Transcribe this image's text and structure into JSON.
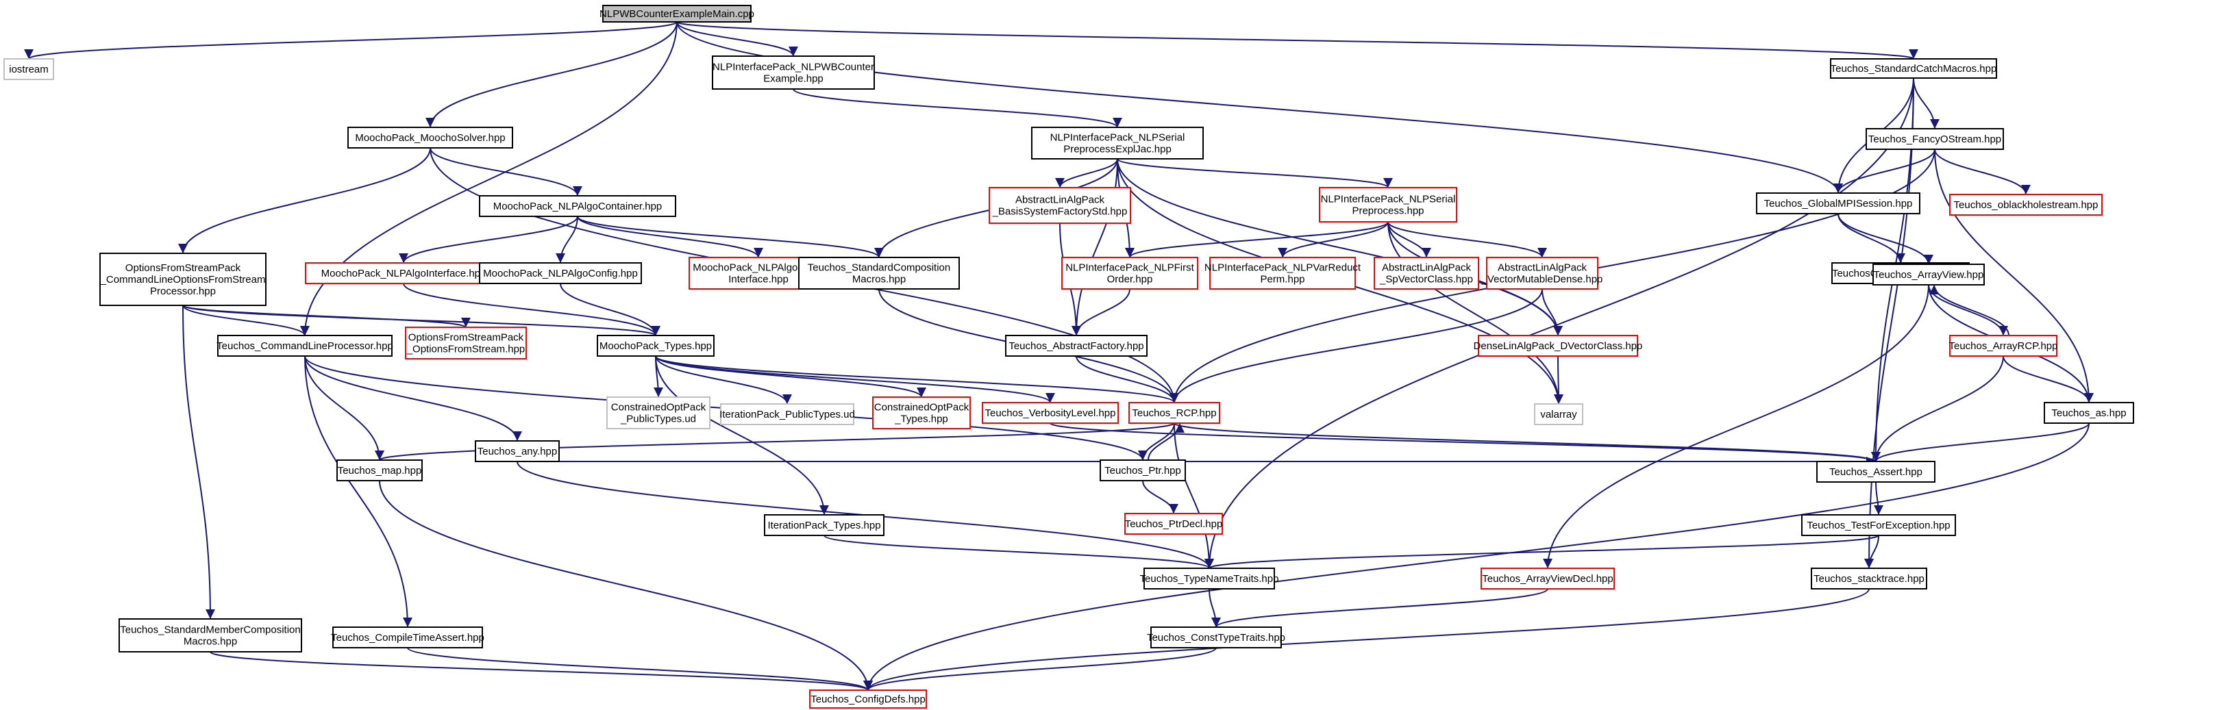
{
  "colors": {
    "edge": "#191970",
    "border_normal": "#000000",
    "border_incomplete": "#ff0000",
    "border_external": "#bfbfbf",
    "root_fill": "#bfbfbf",
    "node_fill": "#ffffff"
  },
  "nodes": [
    {
      "id": "main",
      "lines": [
        "NLPWBCounterExampleMain.cpp"
      ],
      "style": "root"
    },
    {
      "id": "iostream",
      "lines": [
        "iostream"
      ],
      "style": "external"
    },
    {
      "id": "wbcounter",
      "lines": [
        "NLPInterfacePack_NLPWBCounter",
        "Example.hpp"
      ],
      "style": "normal"
    },
    {
      "id": "catchmacros",
      "lines": [
        "Teuchos_StandardCatchMacros.hpp"
      ],
      "style": "normal"
    },
    {
      "id": "moochosolver",
      "lines": [
        "MoochoPack_MoochoSolver.hpp"
      ],
      "style": "normal"
    },
    {
      "id": "serialexpl",
      "lines": [
        "NLPInterfacePack_NLPSerial",
        "PreprocessExplJac.hpp"
      ],
      "style": "normal"
    },
    {
      "id": "fancyostream",
      "lines": [
        "Teuchos_FancyOStream.hpp"
      ],
      "style": "normal"
    },
    {
      "id": "algocontainer",
      "lines": [
        "MoochoPack_NLPAlgoContainer.hpp"
      ],
      "style": "normal"
    },
    {
      "id": "basissys",
      "lines": [
        "AbstractLinAlgPack",
        "_BasisSystemFactoryStd.hpp"
      ],
      "style": "incomplete"
    },
    {
      "id": "serialpre",
      "lines": [
        "NLPInterfacePack_NLPSerial",
        "Preprocess.hpp"
      ],
      "style": "incomplete"
    },
    {
      "id": "globalmpi",
      "lines": [
        "Teuchos_GlobalMPISession.hpp"
      ],
      "style": "normal"
    },
    {
      "id": "oblackhole",
      "lines": [
        "Teuchos_oblackholestream.hpp"
      ],
      "style": "incomplete"
    },
    {
      "id": "optsfromstream",
      "lines": [
        "OptionsFromStreamPack",
        "_CommandLineOptionsFromStream",
        "Processor.hpp"
      ],
      "style": "normal"
    },
    {
      "id": "algointerface",
      "lines": [
        "MoochoPack_NLPAlgoInterface.hpp"
      ],
      "style": "incomplete"
    },
    {
      "id": "algoconfig",
      "lines": [
        "MoochoPack_NLPAlgoConfig.hpp"
      ],
      "style": "normal"
    },
    {
      "id": "algoclient",
      "lines": [
        "MoochoPack_NLPAlgoClient",
        "Interface.hpp"
      ],
      "style": "incomplete"
    },
    {
      "id": "stdcomp",
      "lines": [
        "Teuchos_StandardComposition",
        "Macros.hpp"
      ],
      "style": "normal"
    },
    {
      "id": "nlpfirst",
      "lines": [
        "NLPInterfacePack_NLPFirst",
        "Order.hpp"
      ],
      "style": "incomplete"
    },
    {
      "id": "nlpvarreduct",
      "lines": [
        "NLPInterfacePack_NLPVarReduct",
        "Perm.hpp"
      ],
      "style": "incomplete"
    },
    {
      "id": "spvector",
      "lines": [
        "AbstractLinAlgPack",
        "_SpVectorClass.hpp"
      ],
      "style": "incomplete"
    },
    {
      "id": "vecmutdense",
      "lines": [
        "AbstractLinAlgPack",
        "_VectorMutableDense.hpp"
      ],
      "style": "incomplete"
    },
    {
      "id": "configdefs_core",
      "lines": [
        "TeuchosCore_ConfigDefs.hpp"
      ],
      "style": "normal"
    },
    {
      "id": "arrayview",
      "lines": [
        "Teuchos_ArrayView.hpp"
      ],
      "style": "normal"
    },
    {
      "id": "cmdlineproc",
      "lines": [
        "Teuchos_CommandLineProcessor.hpp"
      ],
      "style": "normal"
    },
    {
      "id": "optsfromstream2",
      "lines": [
        "OptionsFromStreamPack",
        "_OptionsFromStream.hpp"
      ],
      "style": "incomplete"
    },
    {
      "id": "moochotypes",
      "lines": [
        "MoochoPack_Types.hpp"
      ],
      "style": "normal"
    },
    {
      "id": "abstractfactory",
      "lines": [
        "Teuchos_AbstractFactory.hpp"
      ],
      "style": "normal"
    },
    {
      "id": "densevector",
      "lines": [
        "DenseLinAlgPack_DVectorClass.hpp"
      ],
      "style": "incomplete"
    },
    {
      "id": "arrayrcp",
      "lines": [
        "Teuchos_ArrayRCP.hpp"
      ],
      "style": "incomplete"
    },
    {
      "id": "constrainedud",
      "lines": [
        "ConstrainedOptPack",
        "_PublicTypes.ud"
      ],
      "style": "external"
    },
    {
      "id": "iterpublic",
      "lines": [
        "IterationPack_PublicTypes.ud"
      ],
      "style": "external"
    },
    {
      "id": "constrainedtypes",
      "lines": [
        "ConstrainedOptPack",
        "_Types.hpp"
      ],
      "style": "incomplete"
    },
    {
      "id": "verbosity",
      "lines": [
        "Teuchos_VerbosityLevel.hpp"
      ],
      "style": "incomplete"
    },
    {
      "id": "rcp",
      "lines": [
        "Teuchos_RCP.hpp"
      ],
      "style": "incomplete"
    },
    {
      "id": "valarray",
      "lines": [
        "valarray"
      ],
      "style": "external"
    },
    {
      "id": "as",
      "lines": [
        "Teuchos_as.hpp"
      ],
      "style": "normal"
    },
    {
      "id": "any",
      "lines": [
        "Teuchos_any.hpp"
      ],
      "style": "normal"
    },
    {
      "id": "map",
      "lines": [
        "Teuchos_map.hpp"
      ],
      "style": "normal"
    },
    {
      "id": "ptr",
      "lines": [
        "Teuchos_Ptr.hpp"
      ],
      "style": "normal"
    },
    {
      "id": "assert",
      "lines": [
        "Teuchos_Assert.hpp"
      ],
      "style": "normal"
    },
    {
      "id": "ptrdecl",
      "lines": [
        "Teuchos_PtrDecl.hpp"
      ],
      "style": "incomplete"
    },
    {
      "id": "itertypes",
      "lines": [
        "IterationPack_Types.hpp"
      ],
      "style": "normal"
    },
    {
      "id": "testforexc",
      "lines": [
        "Teuchos_TestForException.hpp"
      ],
      "style": "normal"
    },
    {
      "id": "typenametraits",
      "lines": [
        "Teuchos_TypeNameTraits.hpp"
      ],
      "style": "normal"
    },
    {
      "id": "arrayviewdecl",
      "lines": [
        "Teuchos_ArrayViewDecl.hpp"
      ],
      "style": "incomplete"
    },
    {
      "id": "stacktrace",
      "lines": [
        "Teuchos_stacktrace.hpp"
      ],
      "style": "normal"
    },
    {
      "id": "stdmember",
      "lines": [
        "Teuchos_StandardMemberComposition",
        "Macros.hpp"
      ],
      "style": "normal"
    },
    {
      "id": "compiletime",
      "lines": [
        "Teuchos_CompileTimeAssert.hpp"
      ],
      "style": "normal"
    },
    {
      "id": "consttypetraits",
      "lines": [
        "Teuchos_ConstTypeTraits.hpp"
      ],
      "style": "normal"
    },
    {
      "id": "configdefs",
      "lines": [
        "Teuchos_ConfigDefs.hpp"
      ],
      "style": "incomplete"
    }
  ],
  "edges": [
    [
      "main",
      "iostream"
    ],
    [
      "main",
      "wbcounter"
    ],
    [
      "main",
      "catchmacros"
    ],
    [
      "main",
      "moochosolver"
    ],
    [
      "main",
      "globalmpi"
    ],
    [
      "main",
      "cmdlineproc"
    ],
    [
      "wbcounter",
      "serialexpl"
    ],
    [
      "catchmacros",
      "fancyostream"
    ],
    [
      "catchmacros",
      "globalmpi"
    ],
    [
      "catchmacros",
      "typenametraits"
    ],
    [
      "catchmacros",
      "assert"
    ],
    [
      "catchmacros",
      "stacktrace"
    ],
    [
      "moochosolver",
      "algocontainer"
    ],
    [
      "moochosolver",
      "optsfromstream"
    ],
    [
      "moochosolver",
      "rcp"
    ],
    [
      "serialexpl",
      "basissys"
    ],
    [
      "serialexpl",
      "serialpre"
    ],
    [
      "serialexpl",
      "stdcomp"
    ],
    [
      "serialexpl",
      "abstractfactory"
    ],
    [
      "serialexpl",
      "nlpfirst"
    ],
    [
      "serialexpl",
      "densevector"
    ],
    [
      "serialexpl",
      "valarray"
    ],
    [
      "fancyostream",
      "globalmpi"
    ],
    [
      "fancyostream",
      "oblackhole"
    ],
    [
      "fancyostream",
      "rcp"
    ],
    [
      "fancyostream",
      "as"
    ],
    [
      "algocontainer",
      "algointerface"
    ],
    [
      "algocontainer",
      "algoconfig"
    ],
    [
      "algocontainer",
      "algoclient"
    ],
    [
      "algocontainer",
      "stdcomp"
    ],
    [
      "basissys",
      "abstractfactory"
    ],
    [
      "serialpre",
      "nlpfirst"
    ],
    [
      "serialpre",
      "nlpvarreduct"
    ],
    [
      "serialpre",
      "spvector"
    ],
    [
      "serialpre",
      "vecmutdense"
    ],
    [
      "serialpre",
      "densevector"
    ],
    [
      "serialpre",
      "valarray"
    ],
    [
      "globalmpi",
      "configdefs_core"
    ],
    [
      "globalmpi",
      "arrayview"
    ],
    [
      "optsfromstream",
      "cmdlineproc"
    ],
    [
      "optsfromstream",
      "optsfromstream2"
    ],
    [
      "optsfromstream",
      "moochotypes"
    ],
    [
      "optsfromstream",
      "stdmember"
    ],
    [
      "algointerface",
      "moochotypes"
    ],
    [
      "algoconfig",
      "moochotypes"
    ],
    [
      "stdcomp",
      "rcp"
    ],
    [
      "nlpfirst",
      "abstractfactory"
    ],
    [
      "vecmutdense",
      "densevector"
    ],
    [
      "vecmutdense",
      "rcp"
    ],
    [
      "arrayview",
      "arrayrcp"
    ],
    [
      "arrayview",
      "as"
    ],
    [
      "arrayview",
      "arrayviewdecl"
    ],
    [
      "cmdlineproc",
      "any"
    ],
    [
      "cmdlineproc",
      "map"
    ],
    [
      "cmdlineproc",
      "compiletime"
    ],
    [
      "cmdlineproc",
      "ptr"
    ],
    [
      "moochotypes",
      "constrainedud"
    ],
    [
      "moochotypes",
      "iterpublic"
    ],
    [
      "moochotypes",
      "constrainedtypes"
    ],
    [
      "moochotypes",
      "verbosity"
    ],
    [
      "moochotypes",
      "rcp"
    ],
    [
      "moochotypes",
      "itertypes"
    ],
    [
      "abstractfactory",
      "rcp"
    ],
    [
      "densevector",
      "valarray"
    ],
    [
      "arrayrcp",
      "arrayview"
    ],
    [
      "arrayrcp",
      "as"
    ],
    [
      "arrayrcp",
      "assert"
    ],
    [
      "verbosity",
      "assert"
    ],
    [
      "rcp",
      "ptr"
    ],
    [
      "rcp",
      "map"
    ],
    [
      "rcp",
      "assert"
    ],
    [
      "rcp",
      "typenametraits"
    ],
    [
      "as",
      "assert"
    ],
    [
      "as",
      "configdefs"
    ],
    [
      "any",
      "assert"
    ],
    [
      "any",
      "typenametraits"
    ],
    [
      "map",
      "configdefs"
    ],
    [
      "ptr",
      "rcp"
    ],
    [
      "ptr",
      "ptrdecl"
    ],
    [
      "assert",
      "testforexc"
    ],
    [
      "itertypes",
      "typenametraits"
    ],
    [
      "testforexc",
      "typenametraits"
    ],
    [
      "testforexc",
      "stacktrace"
    ],
    [
      "typenametraits",
      "consttypetraits"
    ],
    [
      "arrayviewdecl",
      "consttypetraits"
    ],
    [
      "stacktrace",
      "configdefs"
    ],
    [
      "stdmember",
      "configdefs"
    ],
    [
      "compiletime",
      "configdefs"
    ],
    [
      "consttypetraits",
      "configdefs"
    ]
  ]
}
